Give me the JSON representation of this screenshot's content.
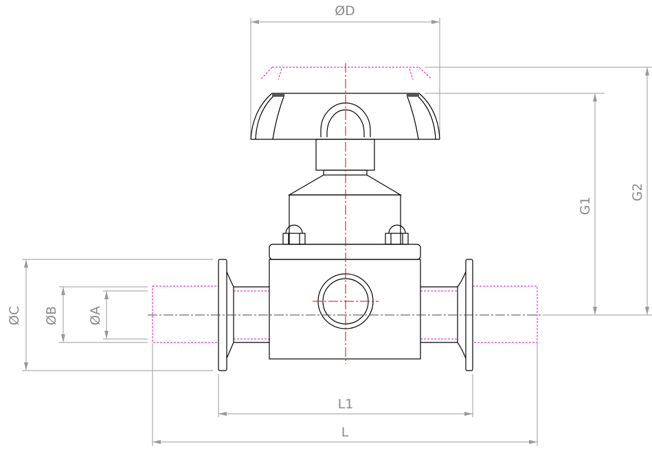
{
  "labels": {
    "D": "ØD",
    "G1": "G1",
    "G2": "G2",
    "C": "ØC",
    "B": "ØB",
    "A": "ØA",
    "L1": "L1",
    "L": "L"
  },
  "colors": {
    "centerline": "#e00000",
    "hidden": "#e000e0",
    "dimension": "#9a9a9a",
    "outline": "#000000"
  }
}
